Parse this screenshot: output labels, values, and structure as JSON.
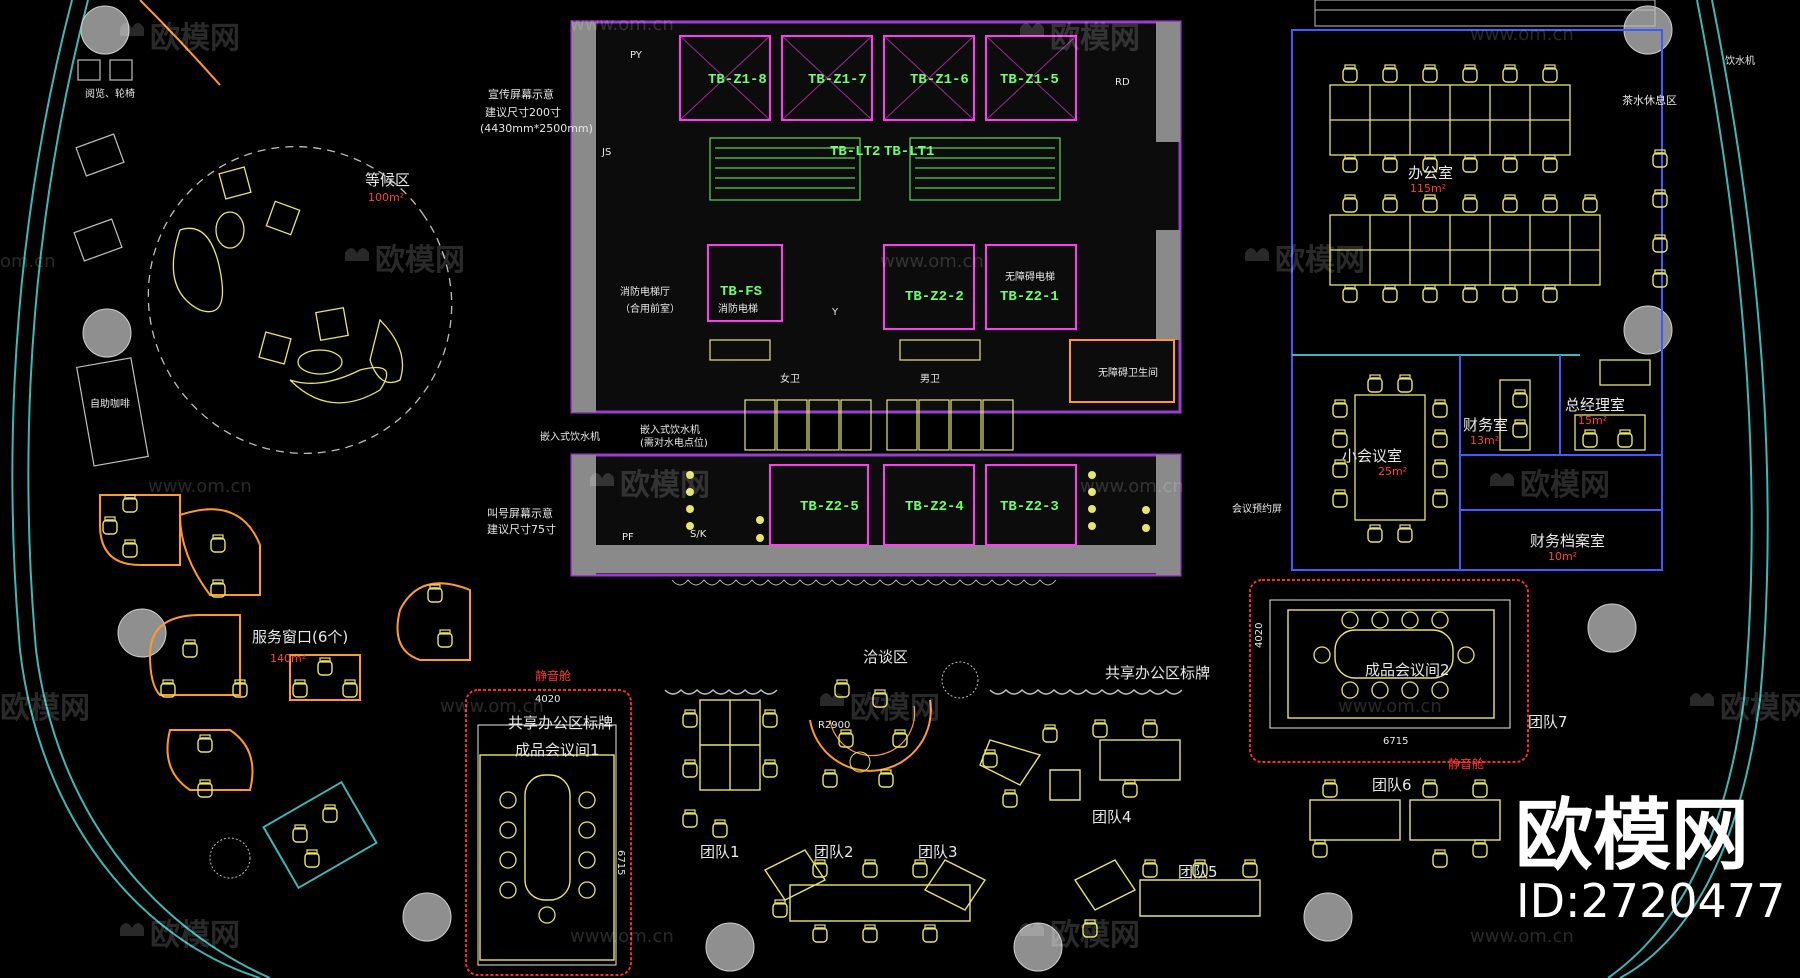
{
  "rooms": {
    "waiting": "等候区",
    "waiting_area": "100m²",
    "office": "办公室",
    "office_area": "115m²",
    "tea": "茶水休息区",
    "small_meeting": "小会议室",
    "small_meeting_area": "25m²",
    "finance": "财务室",
    "finance_area": "13m²",
    "gm": "总经理室",
    "gm_area": "15m²",
    "archive": "财务档案室",
    "archive_area": "10m²",
    "service": "服务窗口(6个)",
    "service_area": "140m²",
    "self_coffee": "自助咖啡",
    "negotiation": "洽谈区",
    "shared_sign_1": "共享办公区标牌",
    "shared_sign_2": "共享办公区标牌",
    "meeting1": "成品会议间1",
    "meeting2": "成品会议间2",
    "silent_1": "静音舱",
    "silent_2": "静音舱",
    "team1": "团队1",
    "team2": "团队2",
    "team3": "团队3",
    "team4": "团队4",
    "team5": "团队5",
    "team6": "团队6",
    "team7": "团队7",
    "female_wc": "女卫",
    "male_wc": "男卫",
    "accessible_wc": "无障碍卫生间",
    "fire_lift_hall": "消防电梯厅",
    "fire_lift_hall_sub": "（合用前室）",
    "fire_lift": "消防电梯",
    "barrier_free_lift": "无障碍电梯",
    "reading_area": "阅览、轮椅",
    "dims_4020_a": "4020",
    "dims_6715_a": "6715",
    "dims_4020_b": "4020",
    "dims_6715_b": "6715",
    "radius": "R2900",
    "meeting_reservation": "会议预约屏",
    "drink": "饮水机"
  },
  "notes": {
    "promo_screen_1": "宣传屏幕示意",
    "promo_screen_2": "建议尺寸200寸",
    "promo_screen_3": "(4430mm*2500mm)",
    "call_screen_1": "叫号屏幕示意",
    "call_screen_2": "建议尺寸75寸",
    "embedded_1": "嵌入式饮水机",
    "embedded_2": "嵌入式饮水机",
    "embedded_3": "(需对水电点位)"
  },
  "core": {
    "z1_8": "TB-Z1-8",
    "z1_7": "TB-Z1-7",
    "z1_6": "TB-Z1-6",
    "z1_5": "TB-Z1-5",
    "lt2": "TB-LT2",
    "lt1": "TB-LT1",
    "fs": "TB-FS",
    "z2_2": "TB-Z2-2",
    "z2_1": "TB-Z2-1",
    "z2_5": "TB-Z2-5",
    "z2_4": "TB-Z2-4",
    "z2_3": "TB-Z2-3",
    "py": "PY",
    "pf": "PF",
    "rd": "RD",
    "js": "JS",
    "sk": "S/K",
    "y": "Y"
  },
  "watermarks": {
    "brand": "欧模网",
    "url": "www.om.cn",
    "url_short": "om.cn"
  },
  "logo": {
    "title": "欧模网",
    "id": "ID:2720477"
  },
  "colors": {
    "background": "#000000",
    "wall_grey": "#8a8a8a",
    "magenta": "#ff3df0",
    "purple": "#9a3dd0",
    "yellow": "#e8e66a",
    "green": "#6dff6d",
    "cyan": "#3fb7b7",
    "orange": "#ff9a2a",
    "red": "#ff2a2a",
    "blue": "#3d5bff",
    "column_grey": "#8f8f8f"
  }
}
